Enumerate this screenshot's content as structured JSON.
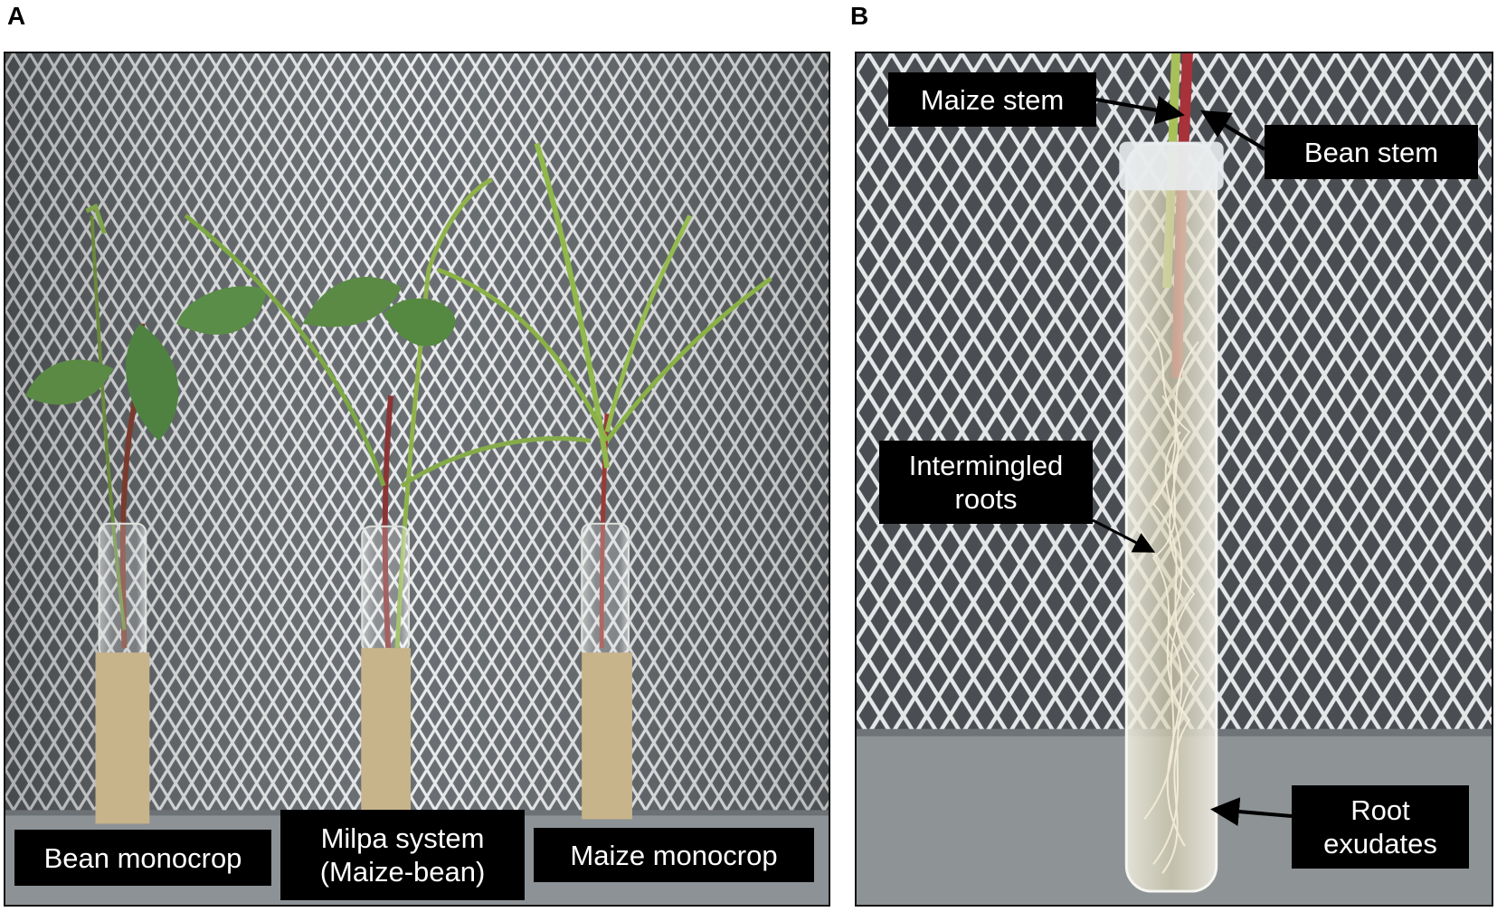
{
  "panels": {
    "a": {
      "letter": "A",
      "labels": {
        "bean_monocrop": "Bean monocrop",
        "milpa_line1": "Milpa system",
        "milpa_line2": "(Maize-bean)",
        "maize_monocrop": "Maize monocrop"
      }
    },
    "b": {
      "letter": "B",
      "labels": {
        "maize_stem": "Maize stem",
        "bean_stem": "Bean stem",
        "intermingled_line1": "Intermingled",
        "intermingled_line2": "roots",
        "root_line1": "Root",
        "root_line2": "exudates"
      }
    }
  },
  "colors": {
    "label_bg": "#000000",
    "label_text": "#ffffff",
    "leaf_green": "#4f8a3c",
    "maize_green": "#8fbf4a",
    "bean_stem_red": "#a8323a",
    "cardboard": "#c8b48a",
    "mesh_bg": "#9ea3a6"
  }
}
